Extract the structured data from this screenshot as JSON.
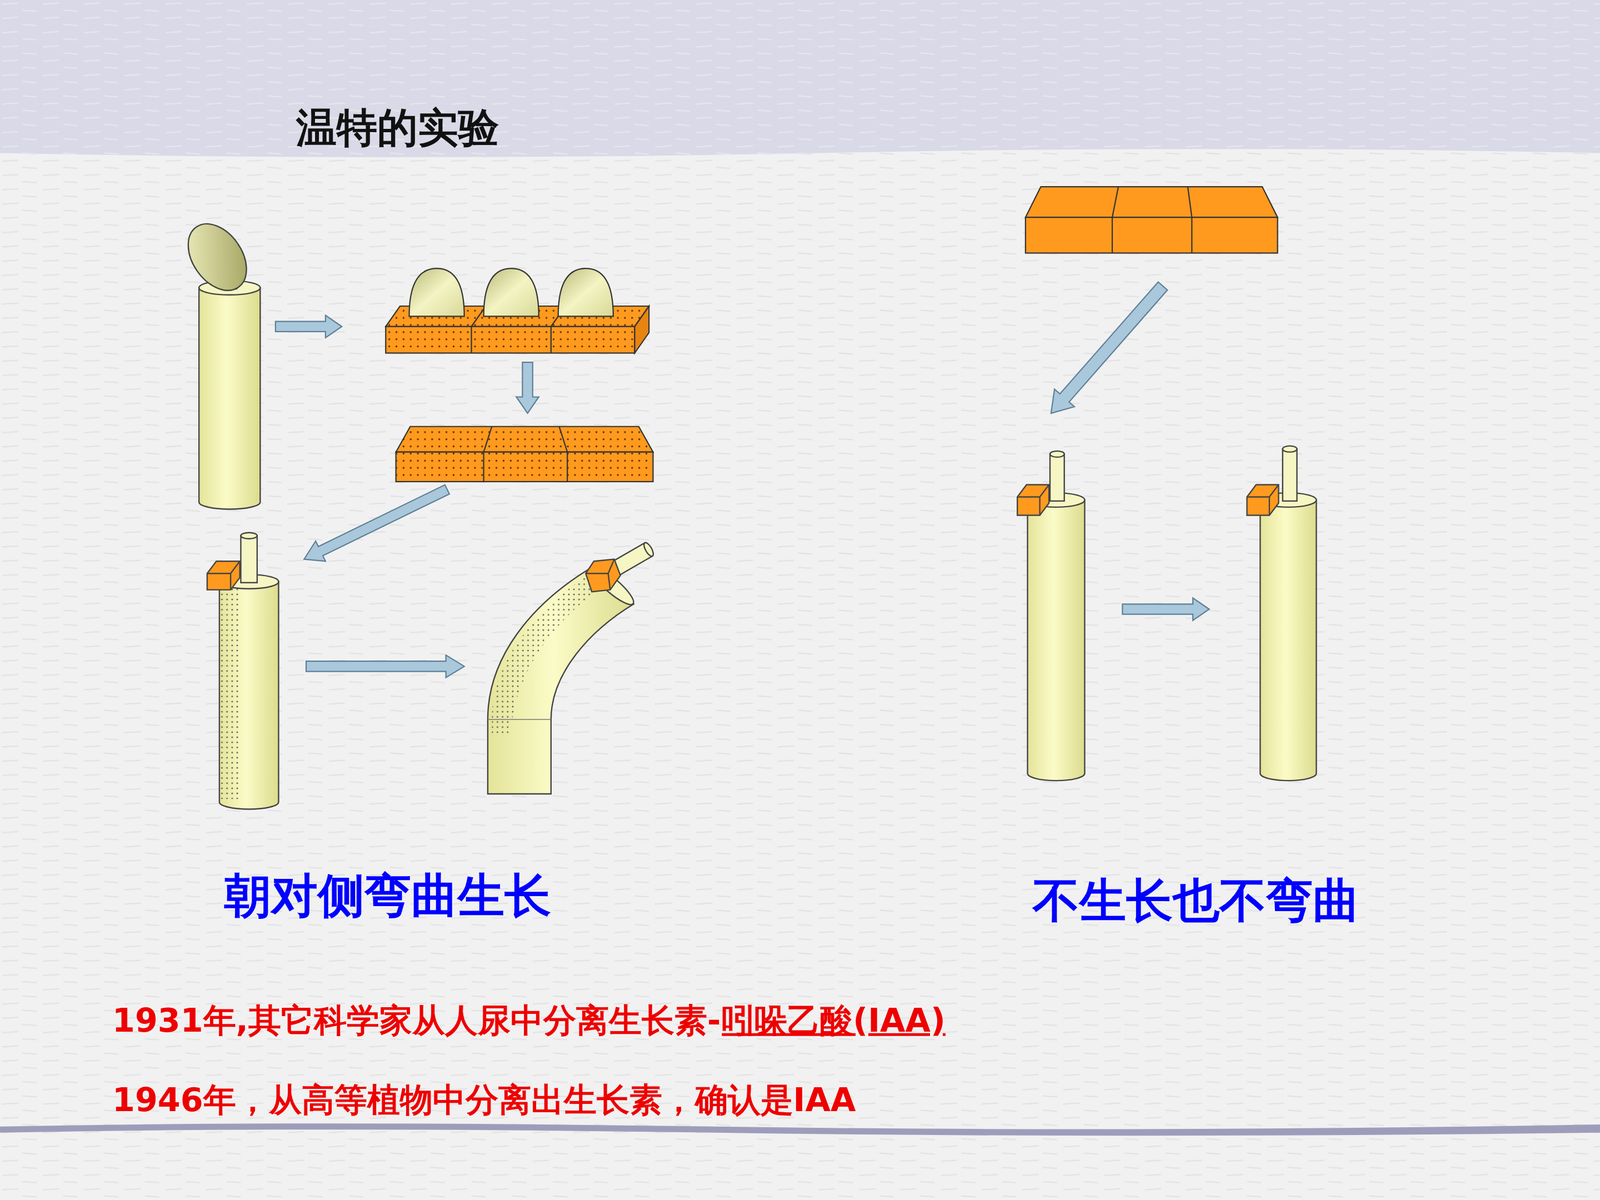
{
  "diagram": {
    "title": "温特的实验",
    "labels": [
      "朝对侧弯曲生长",
      "不生长也不弯曲",
      "1931年,其它科学家从人尿中分离生长素-",
      "吲哚乙酸(IAA)",
      "1946年，从高等植物中分离出生长素，确认是IAA"
    ]
  }
}
